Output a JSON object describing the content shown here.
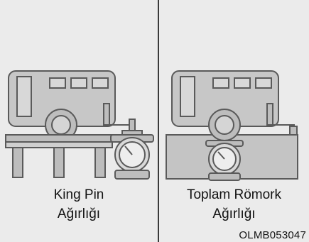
{
  "left_panel": {
    "caption_line1": "King Pin",
    "caption_line2": "Ağırlığı"
  },
  "right_panel": {
    "caption_line1": "Toplam Römork",
    "caption_line2": "Ağırlığı"
  },
  "figure_code": "OLMB053047",
  "colors": {
    "background": "#ebebeb",
    "illustration_fill": "#c7c7c7",
    "outline": "#5a5a5a",
    "divider": "#3a3a3a"
  }
}
